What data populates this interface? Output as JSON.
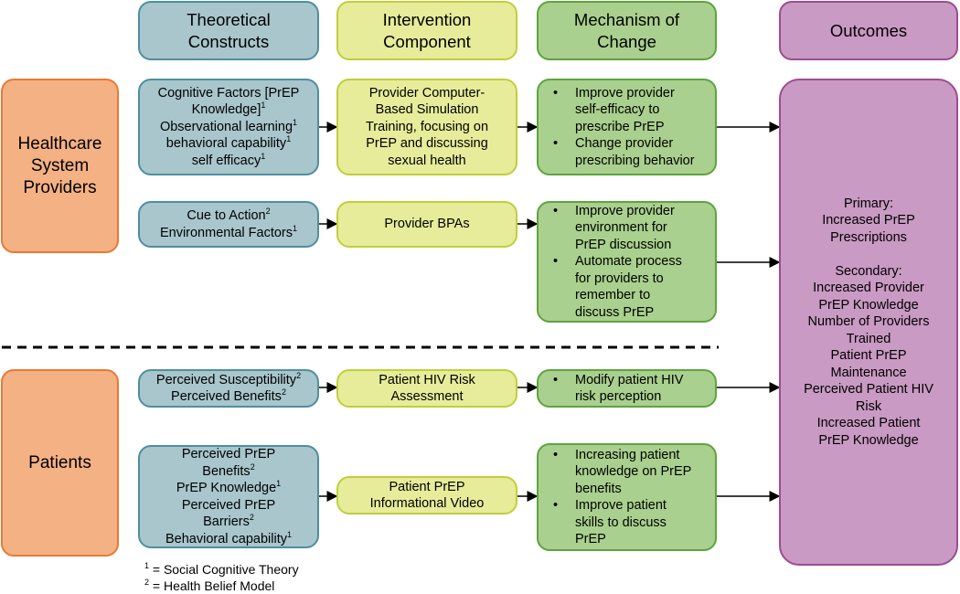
{
  "headers": {
    "theoretical": "Theoretical Constructs",
    "intervention": "Intervention Component",
    "mechanism": "Mechanism of Change",
    "outcomes": "Outcomes"
  },
  "groups": {
    "providers": "Healthcare System Providers",
    "patients": "Patients"
  },
  "theory": {
    "t1": [
      {
        "text": "Cognitive Factors [PrEP",
        "sup": ""
      },
      {
        "text": "Knowledge]",
        "sup": "1"
      },
      {
        "text": "Observational learning",
        "sup": "1"
      },
      {
        "text": "behavioral capability",
        "sup": "1"
      },
      {
        "text": "self efficacy",
        "sup": "1"
      }
    ],
    "t2": [
      {
        "text": "Cue to Action",
        "sup": "2"
      },
      {
        "text": "Environmental Factors",
        "sup": "1"
      }
    ],
    "t3": [
      {
        "text": "Perceived Susceptibility",
        "sup": "2"
      },
      {
        "text": "Perceived Benefits",
        "sup": "2"
      }
    ],
    "t4": [
      {
        "text": "Perceived PrEP",
        "sup": ""
      },
      {
        "text": "Benefits",
        "sup": "2"
      },
      {
        "text": "PrEP Knowledge",
        "sup": "1"
      },
      {
        "text": "Perceived PrEP",
        "sup": ""
      },
      {
        "text": "Barriers",
        "sup": "2"
      },
      {
        "text": "Behavioral capability",
        "sup": "1"
      }
    ]
  },
  "intervention": {
    "i1": [
      "Provider Computer-",
      "Based Simulation",
      "Training, focusing on",
      "PrEP and discussing",
      "sexual health"
    ],
    "i2": [
      "Provider BPAs"
    ],
    "i3": [
      "Patient HIV Risk",
      "Assessment"
    ],
    "i4": [
      "Patient PrEP",
      "Informational Video"
    ]
  },
  "mechanism": {
    "m1": [
      [
        "Improve provider",
        "self-efficacy to",
        "prescribe PrEP"
      ],
      [
        "Change provider",
        "prescribing behavior"
      ]
    ],
    "m2": [
      [
        "Improve provider",
        "environment for",
        "PrEP discussion"
      ],
      [
        "Automate process",
        "for providers to",
        "remember to",
        "discuss PrEP"
      ]
    ],
    "m3": [
      [
        "Modify patient HIV",
        "risk perception"
      ]
    ],
    "m4": [
      [
        "Increasing patient",
        "knowledge on PrEP",
        "benefits"
      ],
      [
        "Improve patient",
        "skills to discuss",
        "PrEP"
      ]
    ]
  },
  "outcomes": [
    "Primary:",
    "Increased PrEP",
    "Prescriptions",
    "",
    "Secondary:",
    "Increased Provider",
    "PrEP Knowledge",
    "Number of Providers",
    "Trained",
    "Patient PrEP",
    "Maintenance",
    "Perceived Patient HIV",
    "Risk",
    "Increased Patient",
    "PrEP Knowledge"
  ],
  "legend": [
    {
      "sup": "1",
      "text": " = Social Cognitive Theory"
    },
    {
      "sup": "2",
      "text": " = Health Belief Model"
    }
  ],
  "colors": {
    "theory_fill": "#a8c6cc",
    "intervention_fill": "#e6ec9a",
    "mechanism_fill": "#a9d08e",
    "outcomes_fill": "#c99ac3",
    "group_fill": "#f4b184"
  }
}
